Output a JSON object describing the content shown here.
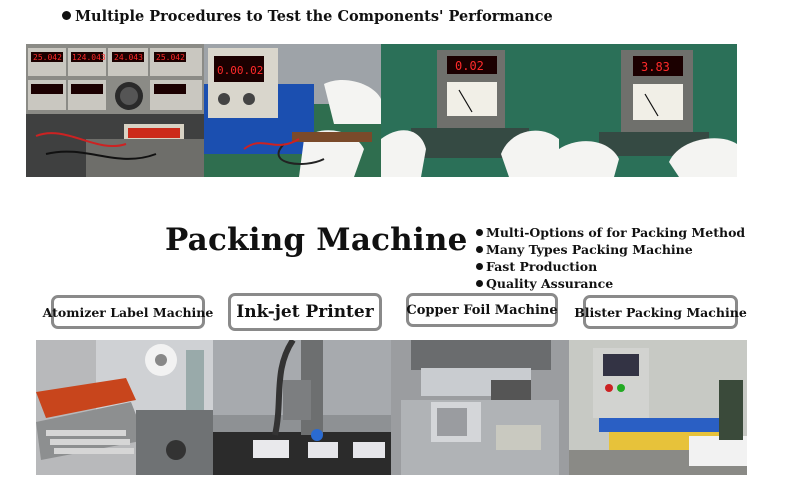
{
  "section1": {
    "heading": "Multiple Procedures to Test the Components' Performance",
    "photos": [
      {
        "name": "power-supply-testers-photo",
        "meters": [
          "25.042",
          "124.043",
          "24.043",
          "25.042"
        ]
      },
      {
        "name": "dc-power-supply-test-photo",
        "meter": "0.00.02"
      },
      {
        "name": "meter-test-0-02-photo",
        "meter": "0.02"
      },
      {
        "name": "meter-test-3-83-photo",
        "meter": "3.83"
      }
    ]
  },
  "section2": {
    "title": "Packing Machine",
    "features": [
      "Multi-Options of  for Packing Method",
      "Many Types Packing Machine",
      "Fast Production",
      "Quality Assurance"
    ],
    "machines": [
      {
        "label": "Atomizer Label Machine"
      },
      {
        "label": "Ink-jet Printer"
      },
      {
        "label": "Copper Foil Machine"
      },
      {
        "label": "Blister Packing Machine"
      }
    ]
  },
  "colors": {
    "text": "#111111",
    "label_border": "#8a8a8a",
    "meter_red": "#ff2a2a",
    "panel_blue": "#1b4fb0",
    "mat_green": "#2f6e4f"
  }
}
